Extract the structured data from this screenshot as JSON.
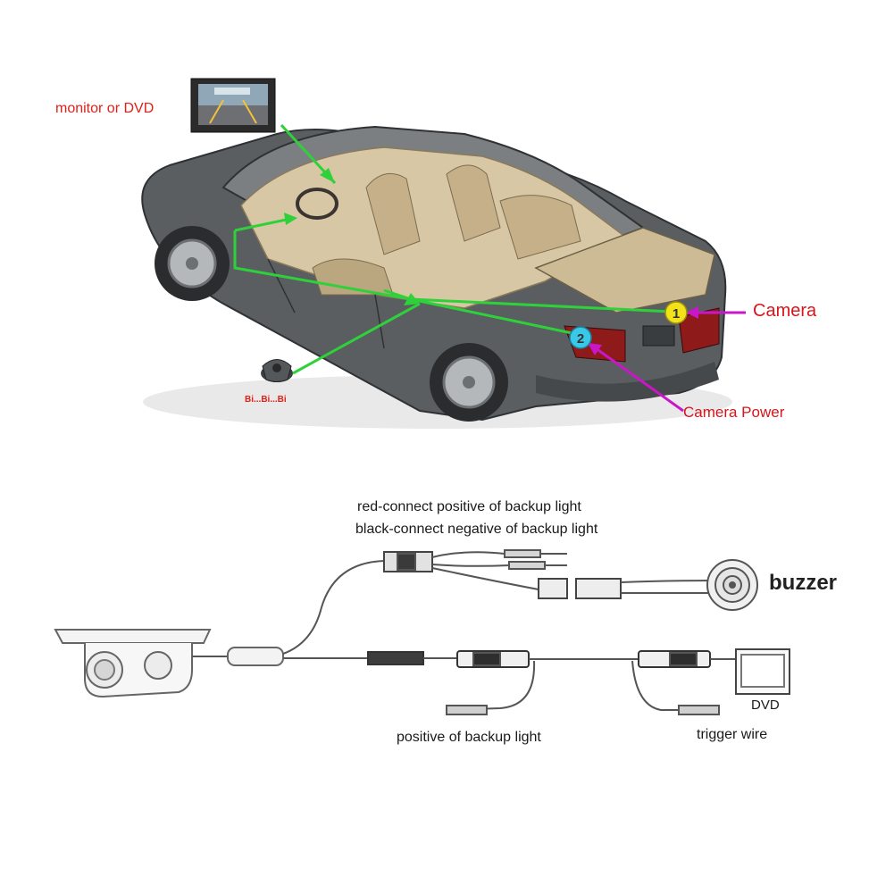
{
  "top": {
    "monitor_label": "monitor or DVD",
    "camera_label": "Camera",
    "camera_power_label": "Camera Power",
    "buzzer_sound": "Bi...Bi...Bi",
    "marker_1": "1",
    "marker_2": "2",
    "colors": {
      "wire": "#2fd13a",
      "pointer": "#c916c9",
      "label_red": "#e0201a",
      "marker_yellow": "#f2e21a",
      "marker_cyan": "#39c8e8",
      "car_body": "#55595c"
    }
  },
  "bottom": {
    "red_wire_note": "red-connect positive of backup light",
    "black_wire_note": "black-connect negative of backup light",
    "buzzer_label": "buzzer",
    "dvd_label": "DVD",
    "positive_label": "positive of backup light",
    "trigger_label": "trigger wire"
  }
}
